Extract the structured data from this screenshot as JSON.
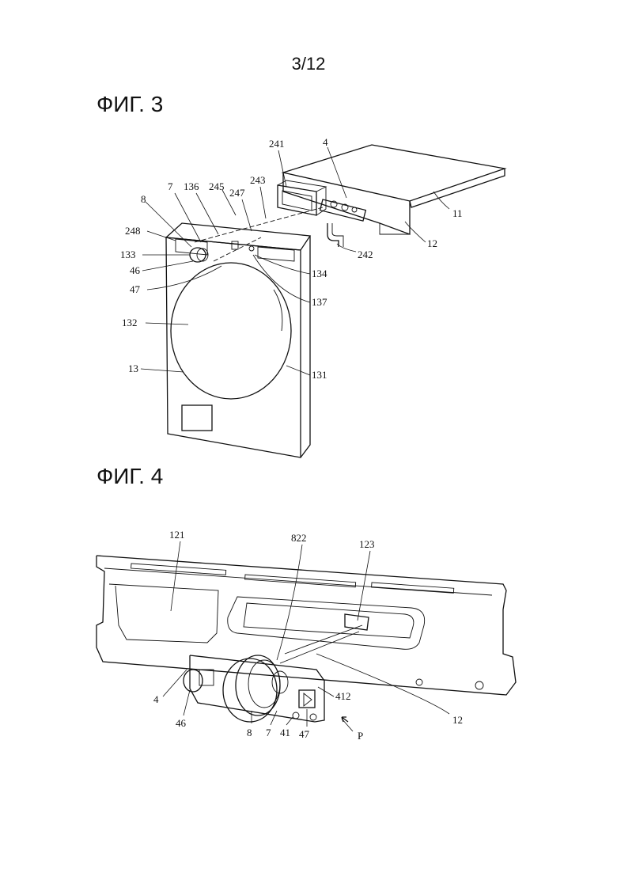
{
  "page": {
    "number": "3/12"
  },
  "figures": [
    {
      "title": "ФИГ. 3",
      "labels": [
        "241",
        "4",
        "245",
        "243",
        "136",
        "7",
        "247",
        "8",
        "248",
        "133",
        "46",
        "47",
        "134",
        "137",
        "132",
        "131",
        "13",
        "11",
        "12",
        "242"
      ]
    },
    {
      "title": "ФИГ. 4",
      "labels": [
        "121",
        "822",
        "123",
        "4",
        "46",
        "8",
        "7",
        "41",
        "47",
        "412",
        "P",
        "12"
      ]
    }
  ]
}
